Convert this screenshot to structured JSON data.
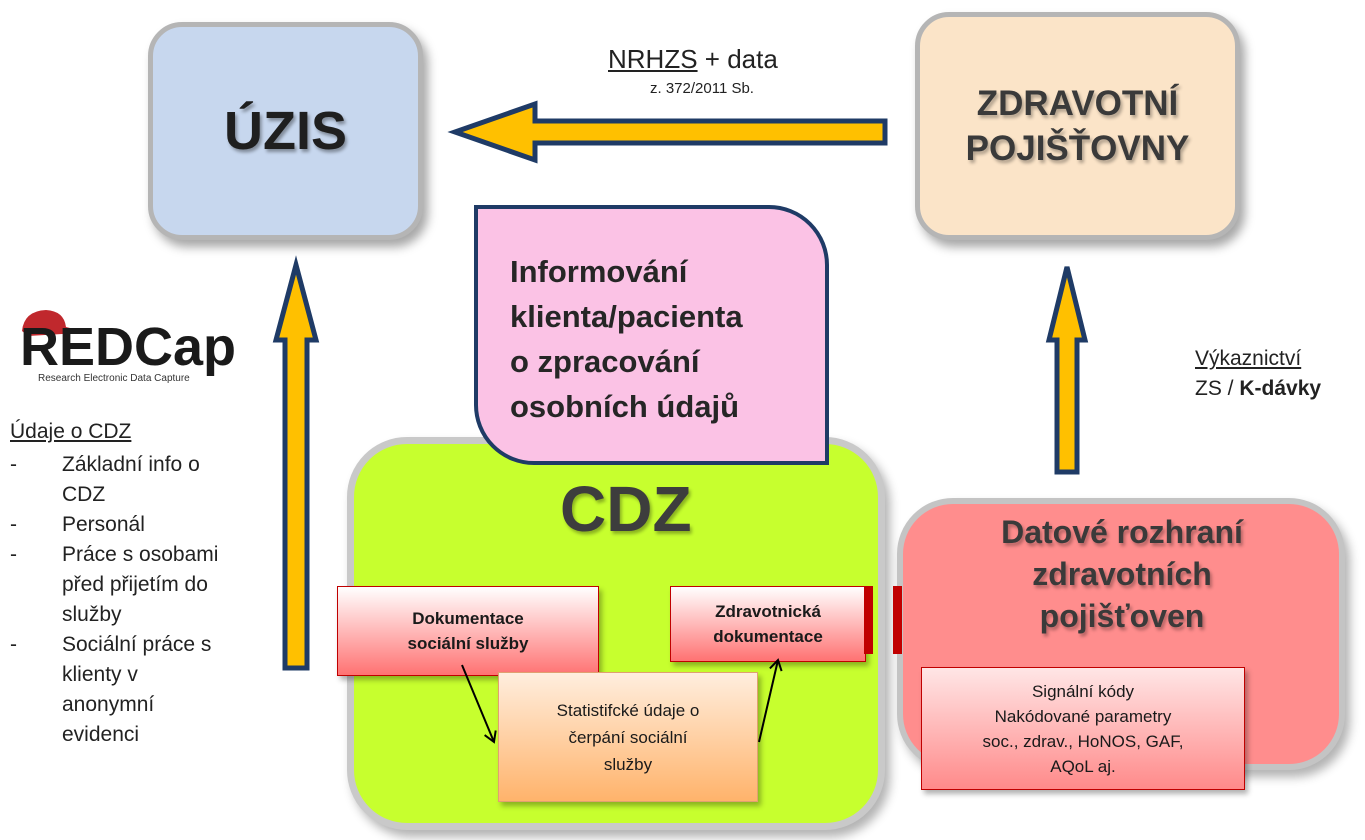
{
  "boxes": {
    "uzis": "ÚZIS",
    "zdravotni_pojistovny": [
      "ZDRAVOTNÍ",
      "POJIŠŤOVNY"
    ],
    "informovani": [
      "Informování",
      "klienta/pacienta",
      "o zpracování",
      "osobních údajů"
    ],
    "cdz": "CDZ",
    "datove_rozhrani": [
      "Datové rozhraní",
      "zdravotních",
      "pojišťoven"
    ],
    "dokumentace_socialni": [
      "Dokumentace",
      "sociální služby"
    ],
    "zdravotnicka_dokumentace": [
      "Zdravotnická",
      "dokumentace"
    ],
    "statisticke_udaje": [
      "Statistifcké údaje o",
      "čerpání sociální",
      "služby"
    ],
    "signalni_kody": [
      "Signální kódy",
      "Nakódované parametry",
      "soc., zdrav., HoNOS, GAF,",
      "AQoL aj."
    ]
  },
  "arrow_labels": {
    "nrhzs": "NRHZS",
    "plus_data": " + data",
    "zakon": "z. 372/2011 Sb.",
    "vykaznictvi": "Výkaznictví",
    "zs": "ZS / ",
    "k_davky": "K-dávky"
  },
  "logo": {
    "name": "REDCap",
    "tagline": "Research Electronic Data Capture"
  },
  "udaje": {
    "title": "Údaje o CDZ",
    "items": [
      [
        "Základní info o",
        "CDZ"
      ],
      [
        "Personál"
      ],
      [
        "Práce s osobami",
        "před přijetím do",
        "služby"
      ],
      [
        "Sociální práce s",
        "klienty v",
        "anonymní",
        "evidenci"
      ]
    ]
  },
  "colors": {
    "arrow_fill": "#ffc000",
    "arrow_stroke": "#1f3b66",
    "uzis_bg": "#c7d7ee",
    "zp_bg": "#fbe4c8",
    "cdz_bg": "#c7ff2e",
    "datove_bg": "#ff8d8d",
    "informovani_bg": "#fbc2e5",
    "logo_red": "#c0282d"
  }
}
